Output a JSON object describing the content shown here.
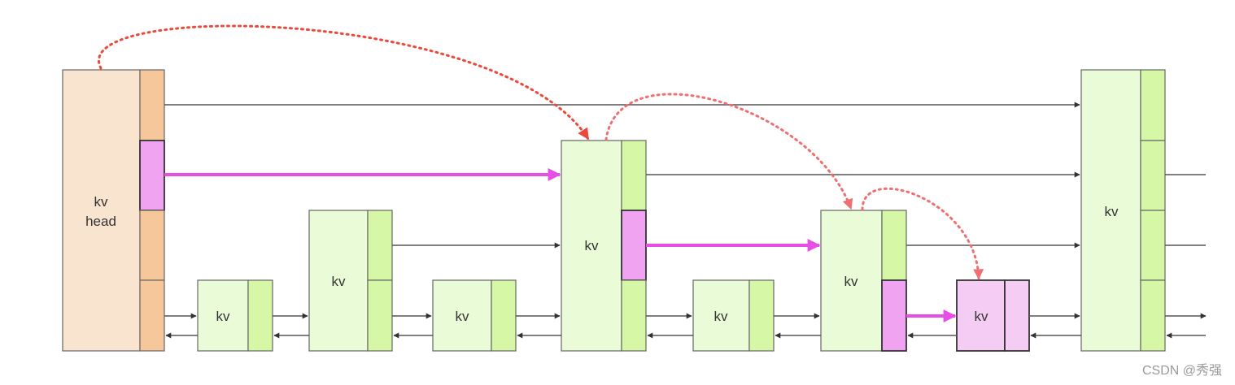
{
  "nodes": {
    "head": {
      "label_line1": "kv",
      "label_line2": "head"
    },
    "n1": {
      "label": "kv"
    },
    "n2": {
      "label": "kv"
    },
    "n3": {
      "label": "kv"
    },
    "n4": {
      "label": "kv"
    },
    "n5": {
      "label": "kv"
    },
    "n6": {
      "label": "kv"
    },
    "n7": {
      "label": "kv"
    },
    "n8": {
      "label": "kv"
    }
  },
  "watermark": "CSDN @秀强",
  "colors": {
    "head_fill": "#f8e4cf",
    "head_level": "#f5c79a",
    "node_fill": "#eafbd7",
    "node_level": "#d6f7a5",
    "highlight": "#f0a3f0",
    "target_fill": "#f4ccf4",
    "path_arrow": "#e64ee6",
    "search_arrow": "#e85454",
    "link": "#555555"
  }
}
